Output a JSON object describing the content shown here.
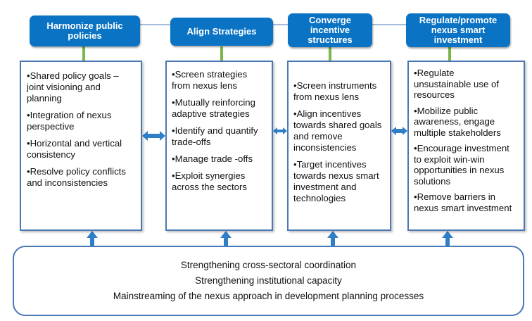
{
  "headers": [
    {
      "lines": [
        "Harmonize  public",
        "policies"
      ]
    },
    {
      "lines": [
        "Align Strategies"
      ]
    },
    {
      "lines": [
        "Converge",
        "incentive",
        "structures"
      ]
    },
    {
      "lines": [
        "Regulate/promote",
        "nexus smart",
        "investment"
      ]
    }
  ],
  "columns": [
    {
      "items": [
        "•Shared  policy goals –\njoint visioning and\nplanning",
        "•Integration of nexus\nperspective",
        "•Horizontal and vertical\nconsistency",
        "•Resolve policy conflicts\nand  inconsistencies"
      ]
    },
    {
      "items": [
        "•Screen strategies\nfrom nexus lens",
        "•Mutually reinforcing\nadaptive strategies",
        "•Identify and quantify\ntrade-offs",
        "•Manage trade -offs",
        "•Exploit synergies\nacross the sectors"
      ]
    },
    {
      "items": [
        "•Screen instruments\nfrom nexus lens",
        "•Align incentives\ntowards shared goals\nand remove\ninconsistencies",
        "•Target incentives\ntowards nexus smart\ninvestment and\ntechnologies"
      ]
    },
    {
      "items": [
        "•Regulate\nunsustainable use of\nresources",
        "•Mobilize public\nawareness, engage\nmultiple stakeholders",
        "•Encourage investment\nto exploit win-win\nopportunities in nexus\nsolutions",
        "•Remove barriers in\nnexus smart investment"
      ]
    }
  ],
  "foundation": [
    "Strengthening cross-sectoral coordination",
    "Strengthening institutional capacity",
    "Mainstreaming of the nexus approach in  development planning processes"
  ],
  "colors": {
    "header_fill": "#0a73c4",
    "connector_green": "#7ab648",
    "arrow_blue": "#2f7fc8",
    "box_border": "#4a78b5"
  }
}
